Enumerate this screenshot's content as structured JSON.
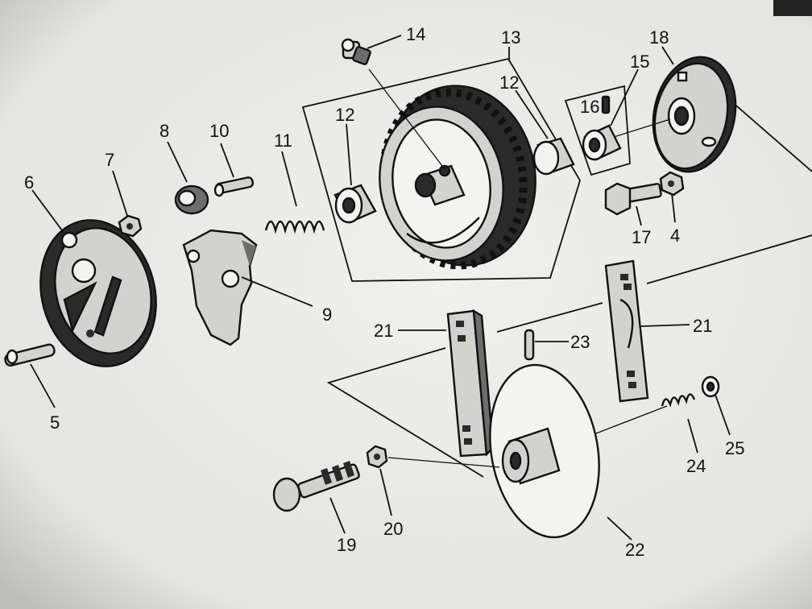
{
  "labels": {
    "l4": "4",
    "l5": "5",
    "l6": "6",
    "l7": "7",
    "l8": "8",
    "l9": "9",
    "l10": "10",
    "l11": "11",
    "l12a": "12",
    "l12b": "12",
    "l13": "13",
    "l14": "14",
    "l15": "15",
    "l16": "16",
    "l17": "17",
    "l18": "18",
    "l19": "19",
    "l20": "20",
    "l21a": "21",
    "l21b": "21",
    "l22": "22",
    "l23": "23",
    "l24": "24",
    "l25": "25"
  }
}
